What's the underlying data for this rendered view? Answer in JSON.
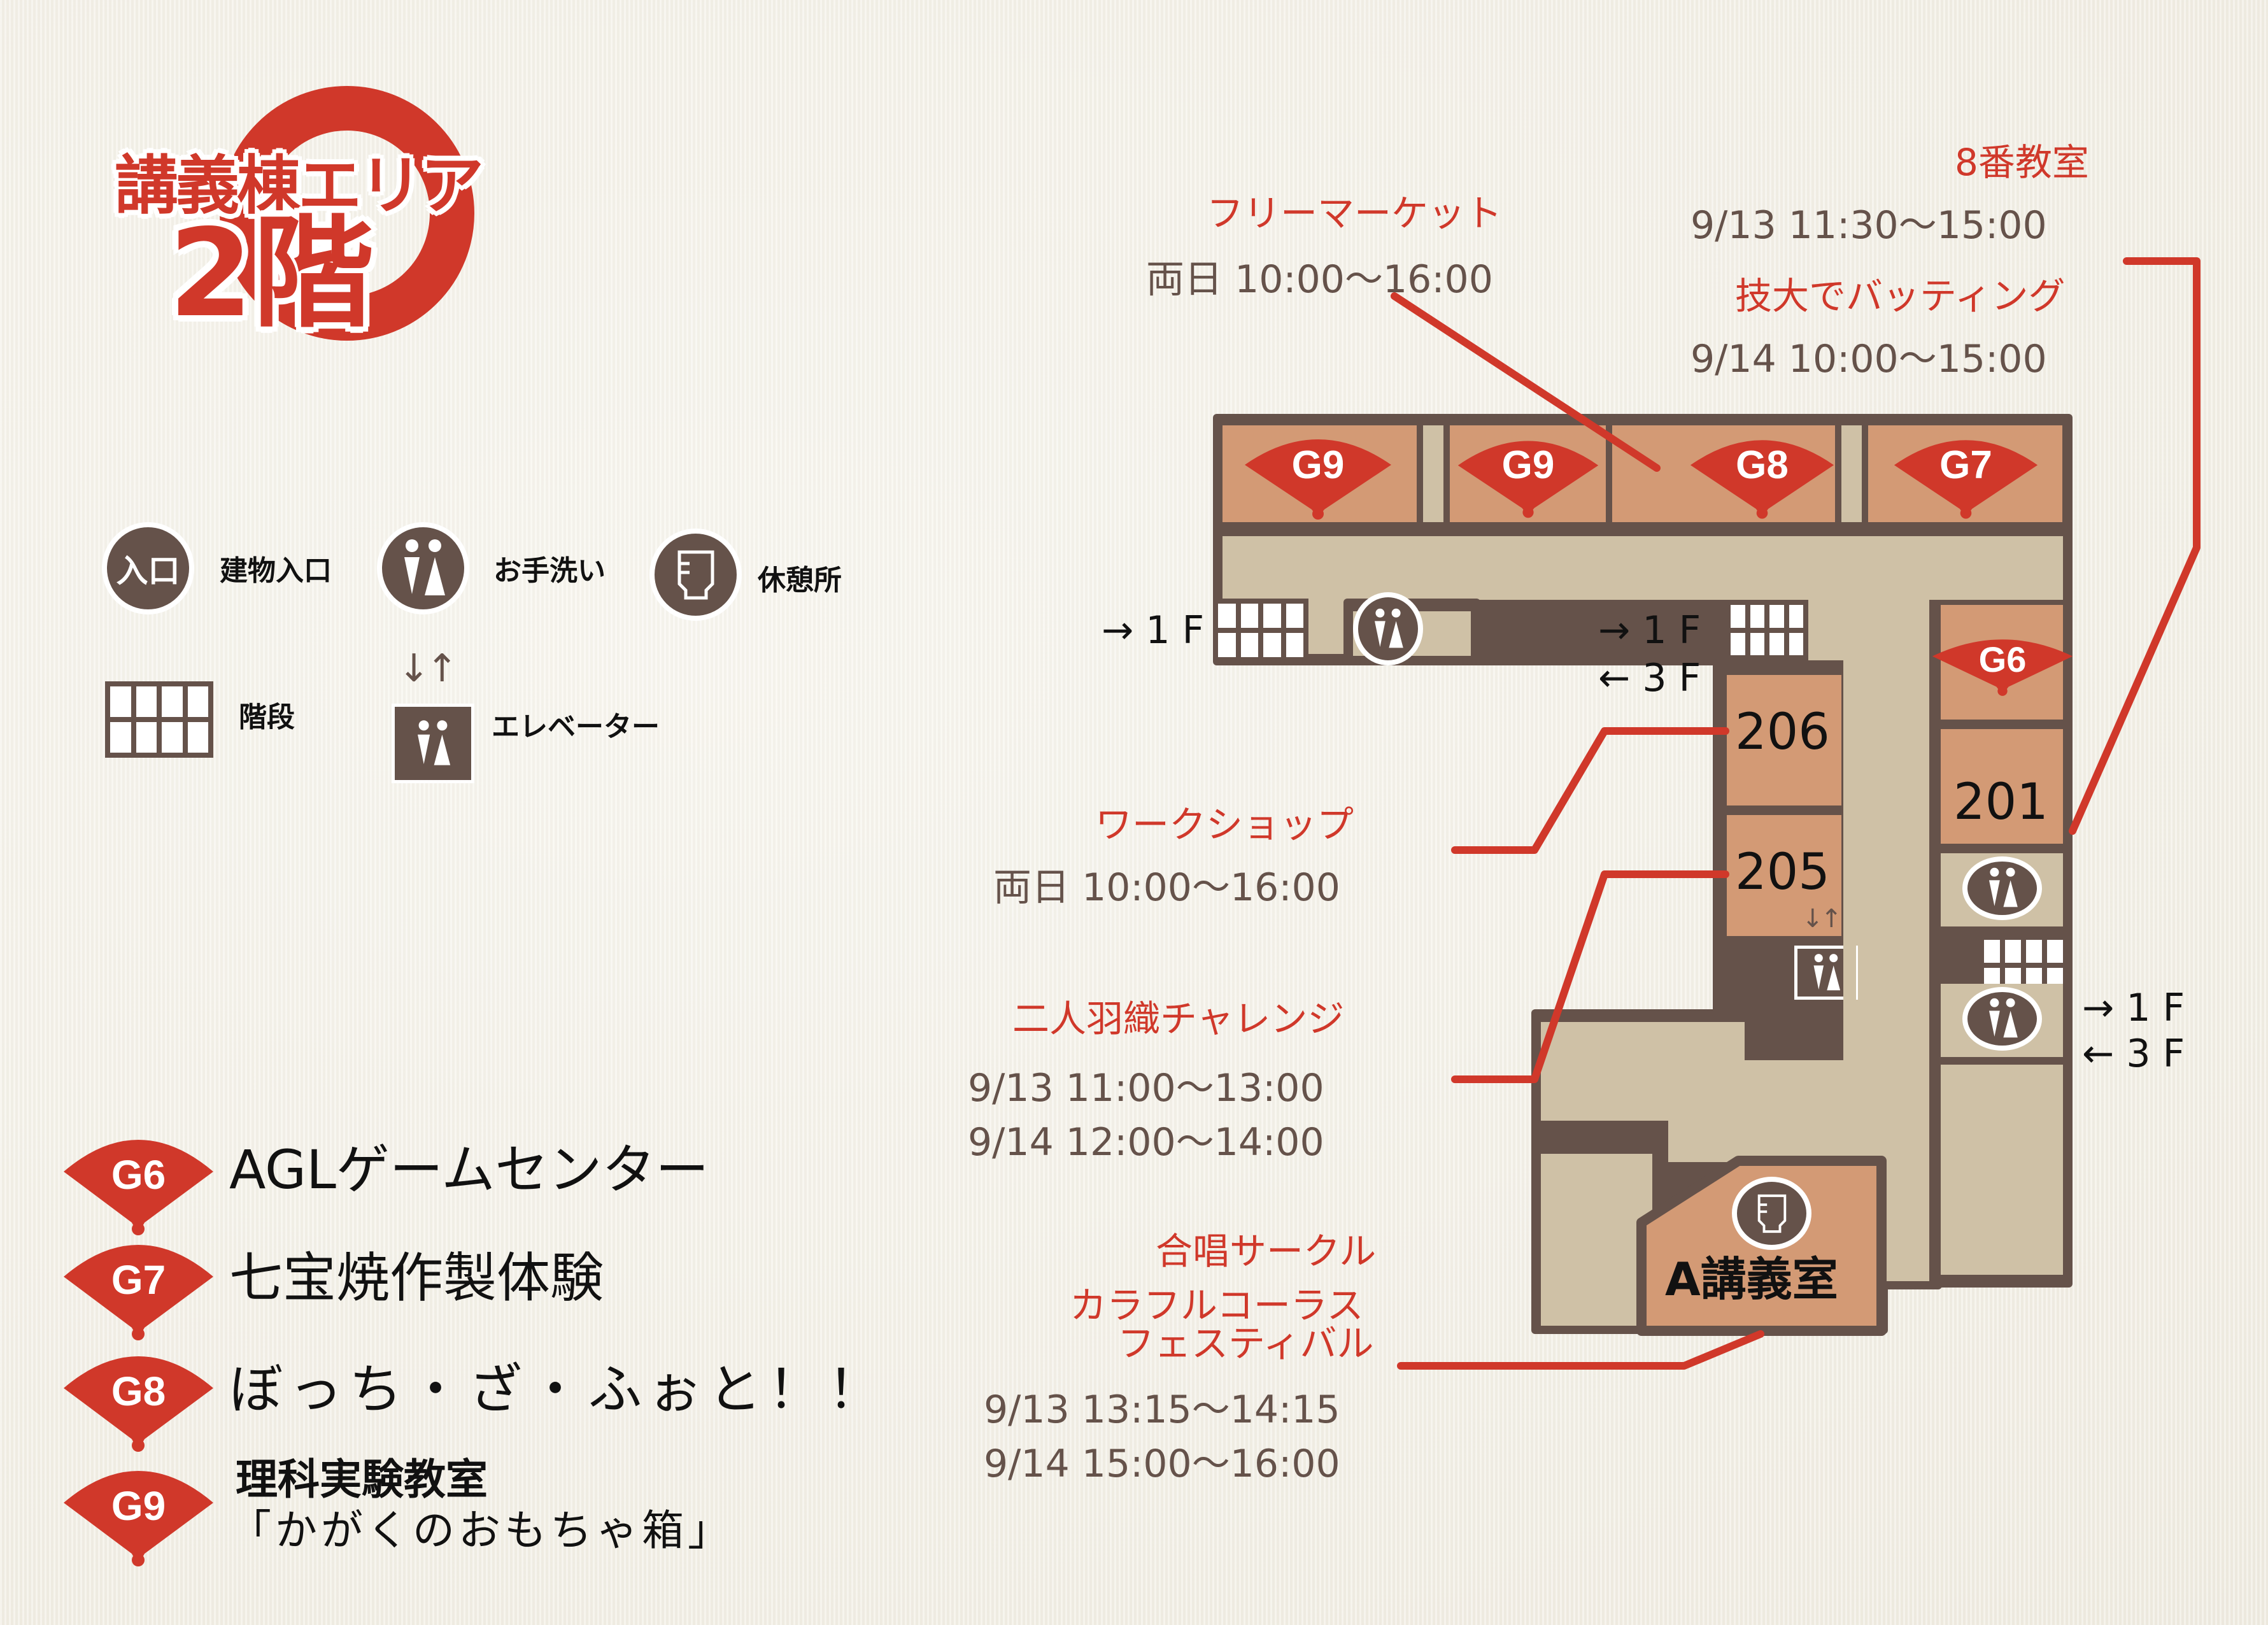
{
  "title": {
    "line1": "講義棟エリア",
    "line2": "2階"
  },
  "colors": {
    "accent_red": "#d0382a",
    "brown": "#65524a",
    "room": "#d39a75",
    "corridor": "#cfc1a6",
    "background": "#f3f0e6"
  },
  "legend": {
    "entrance": {
      "icon": "entrance-icon",
      "icon_text": "入口",
      "label": "建物入口"
    },
    "restroom": {
      "icon": "restroom-icon",
      "label": "お手洗い"
    },
    "rest_area": {
      "icon": "rest-area-cup-icon",
      "label": "休憩所"
    },
    "stairs": {
      "icon": "stairs-icon",
      "label": "階段"
    },
    "elevator": {
      "icon": "elevator-icon",
      "arrows": "↓↑",
      "label": "エレベーター"
    }
  },
  "activities": [
    {
      "code": "G6",
      "name": "AGLゲームセンター"
    },
    {
      "code": "G7",
      "name": "七宝焼作製体験"
    },
    {
      "code": "G8",
      "name": "ぼっち・ざ・ふぉと！！"
    },
    {
      "code": "G9",
      "name_line1": "理科実験教室",
      "name_line2": "「かがくのおもちゃ箱」"
    }
  ],
  "map": {
    "top_rooms": [
      "G9",
      "G9",
      "G8",
      "G7"
    ],
    "right_room_fan": "G6",
    "rooms": {
      "r206": "206",
      "r205": "205",
      "r201": "201",
      "lecture_a": "A講義室"
    },
    "floor_links": {
      "left": "→ 1 F",
      "center_up": "→ 1 F",
      "center_down": "← 3 F",
      "right_up": "→ 1 F",
      "right_down": "← 3 F"
    },
    "elevator_arrows": "↓↑"
  },
  "events": [
    {
      "id": "flea",
      "title": "フリーマーケット",
      "times": [
        "両日 10:00〜16:00"
      ]
    },
    {
      "id": "room8",
      "title": "8番教室",
      "times": [
        "9/13 11:30〜15:00"
      ]
    },
    {
      "id": "batting",
      "title": "技大でバッティング",
      "times": [
        "9/14 10:00〜15:00"
      ]
    },
    {
      "id": "workshop",
      "title": "ワークショップ",
      "times": [
        "両日 10:00〜16:00"
      ]
    },
    {
      "id": "ninin",
      "title": "二人羽織チャレンジ",
      "times": [
        "9/13 11:00〜13:00",
        "9/14 12:00〜14:00"
      ]
    },
    {
      "id": "chorus",
      "title_lines": [
        "合唱サークル",
        "カラフルコーラス",
        "フェスティバル"
      ],
      "times": [
        "9/13 13:15〜14:15",
        "9/14 15:00〜16:00"
      ]
    }
  ]
}
